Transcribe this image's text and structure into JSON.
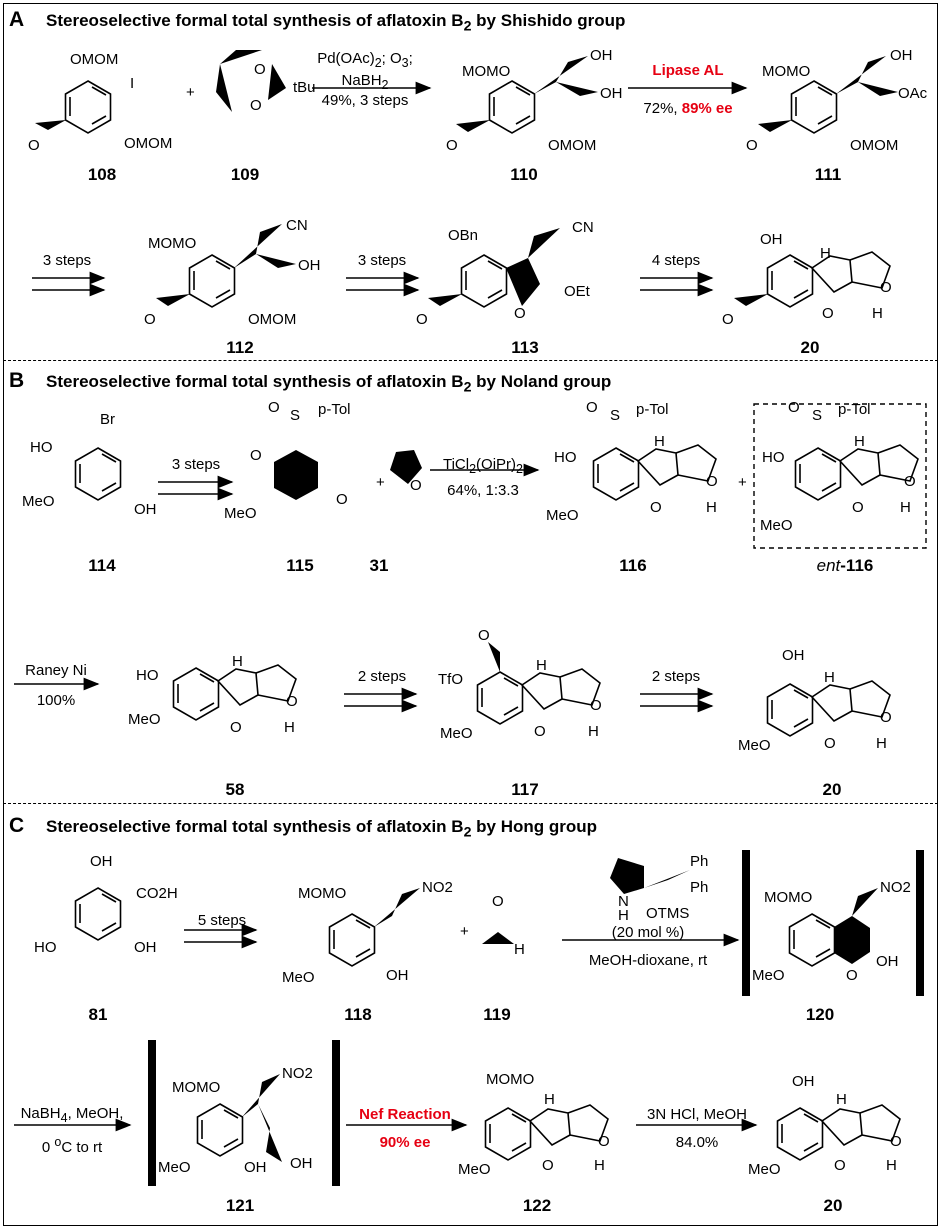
{
  "sections": [
    {
      "letter": "A",
      "title": "Stereoselective formal total synthesis of aflatoxin B",
      "title_sub": "2",
      "title_tail": " by Shishido group"
    },
    {
      "letter": "B",
      "title": "Stereoselective formal total synthesis of aflatoxin B",
      "title_sub": "2",
      "title_tail": " by Noland group"
    },
    {
      "letter": "C",
      "title": "Stereoselective formal total synthesis of aflatoxin B",
      "title_sub": "2",
      "title_tail": " by Hong group"
    }
  ],
  "labels": {
    "c108": "108",
    "c109": "109",
    "c110": "110",
    "c111": "111",
    "c112": "112",
    "c113": "113",
    "c20a": "20",
    "c114": "114",
    "c115": "115",
    "c31": "31",
    "c116": "116",
    "ent_prefix": "ent",
    "ent_suffix": "-116",
    "c58": "58",
    "c117": "117",
    "c20b": "20",
    "c81": "81",
    "c118": "118",
    "c119": "119",
    "c120": "120",
    "c121": "121",
    "c122": "122",
    "c20c": "20"
  },
  "conditions": {
    "a1_line1": "Pd(OAc)2; O3;",
    "a1_line2": "NaBH2",
    "a1_line3": "49%, 3 steps",
    "a2_top": "Lipase AL",
    "a2_yield": "72%, ",
    "a2_ee": "89% ee",
    "a3": "3 steps",
    "a4": "3 steps",
    "a5": "4 steps",
    "b1": "3 steps",
    "b2": "TiCl2(OiPr)2",
    "b2_yield": "64%, 1:3.3",
    "b3_top": "Raney Ni",
    "b3_bot": "100%",
    "b4": "2 steps",
    "b5": "2 steps",
    "c1": "5 steps",
    "c2_cat": "(20 mol %)",
    "c2_solv": "MeOH-dioxane, rt",
    "c3_top": "NaBH4, MeOH,",
    "c3_bot": "0 oC to rt",
    "c4_top": "Nef Reaction",
    "c4_bot": "90% ee",
    "c5_top": "3N HCl, MeOH",
    "c5_bot": "84.0%"
  },
  "atoms": {
    "omom": "OMOM",
    "mom_o": "MOMO",
    "i": "I",
    "tbu": "tBu",
    "oh": "OH",
    "oac": "OAc",
    "cn": "CN",
    "obn": "OBn",
    "oet": "OEt",
    "o": "O",
    "h": "H",
    "br": "Br",
    "ho": "HO",
    "meo": "MeO",
    "ptol": "p-Tol",
    "s": "S",
    "tfo": "TfO",
    "no2": "NO2",
    "co2h": "CO2H",
    "ph": "Ph",
    "otms": "OTMS",
    "n_h": "H",
    "n": "N",
    "plus": "+"
  },
  "colors": {
    "highlight": "#e60012"
  }
}
